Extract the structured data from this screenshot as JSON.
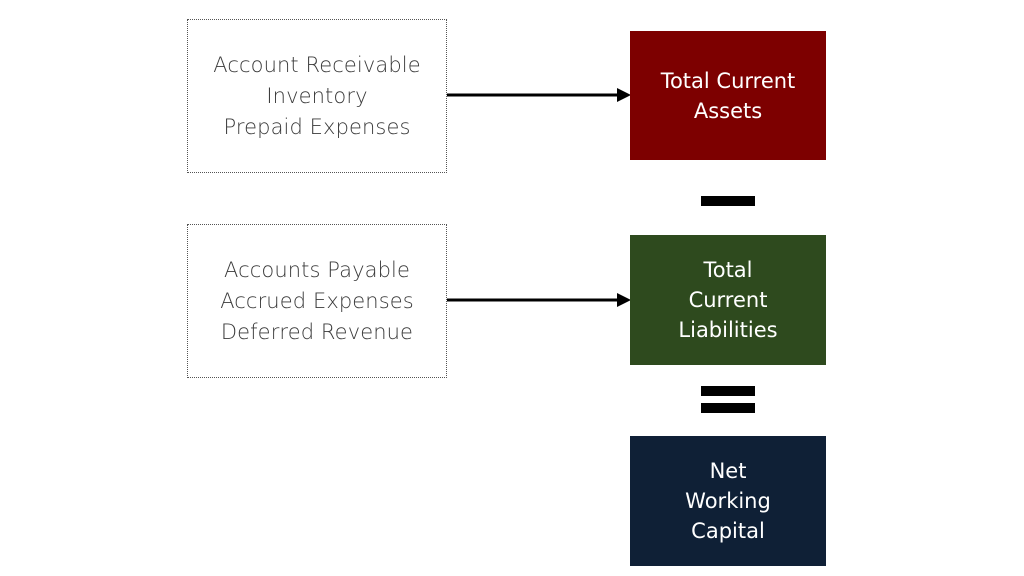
{
  "colors": {
    "assets_fill": "#7d0000",
    "liabilities_fill": "#2e4a1e",
    "nwc_fill": "#0f2036",
    "operator": "#000000",
    "arrow": "#000000"
  },
  "sources": {
    "assets_items": [
      "Account Receivable",
      "Inventory",
      "Prepaid Expenses"
    ],
    "liabilities_items": [
      "Accounts Payable",
      "Accrued Expenses",
      "Deferred Revenue"
    ]
  },
  "results": {
    "assets_lines": [
      "Total Current",
      "Assets"
    ],
    "liabilities_lines": [
      "Total",
      "Current",
      "Liabilities"
    ],
    "nwc_lines": [
      "Net",
      "Working",
      "Capital"
    ]
  },
  "operators": {
    "first": "minus",
    "second": "equals"
  }
}
